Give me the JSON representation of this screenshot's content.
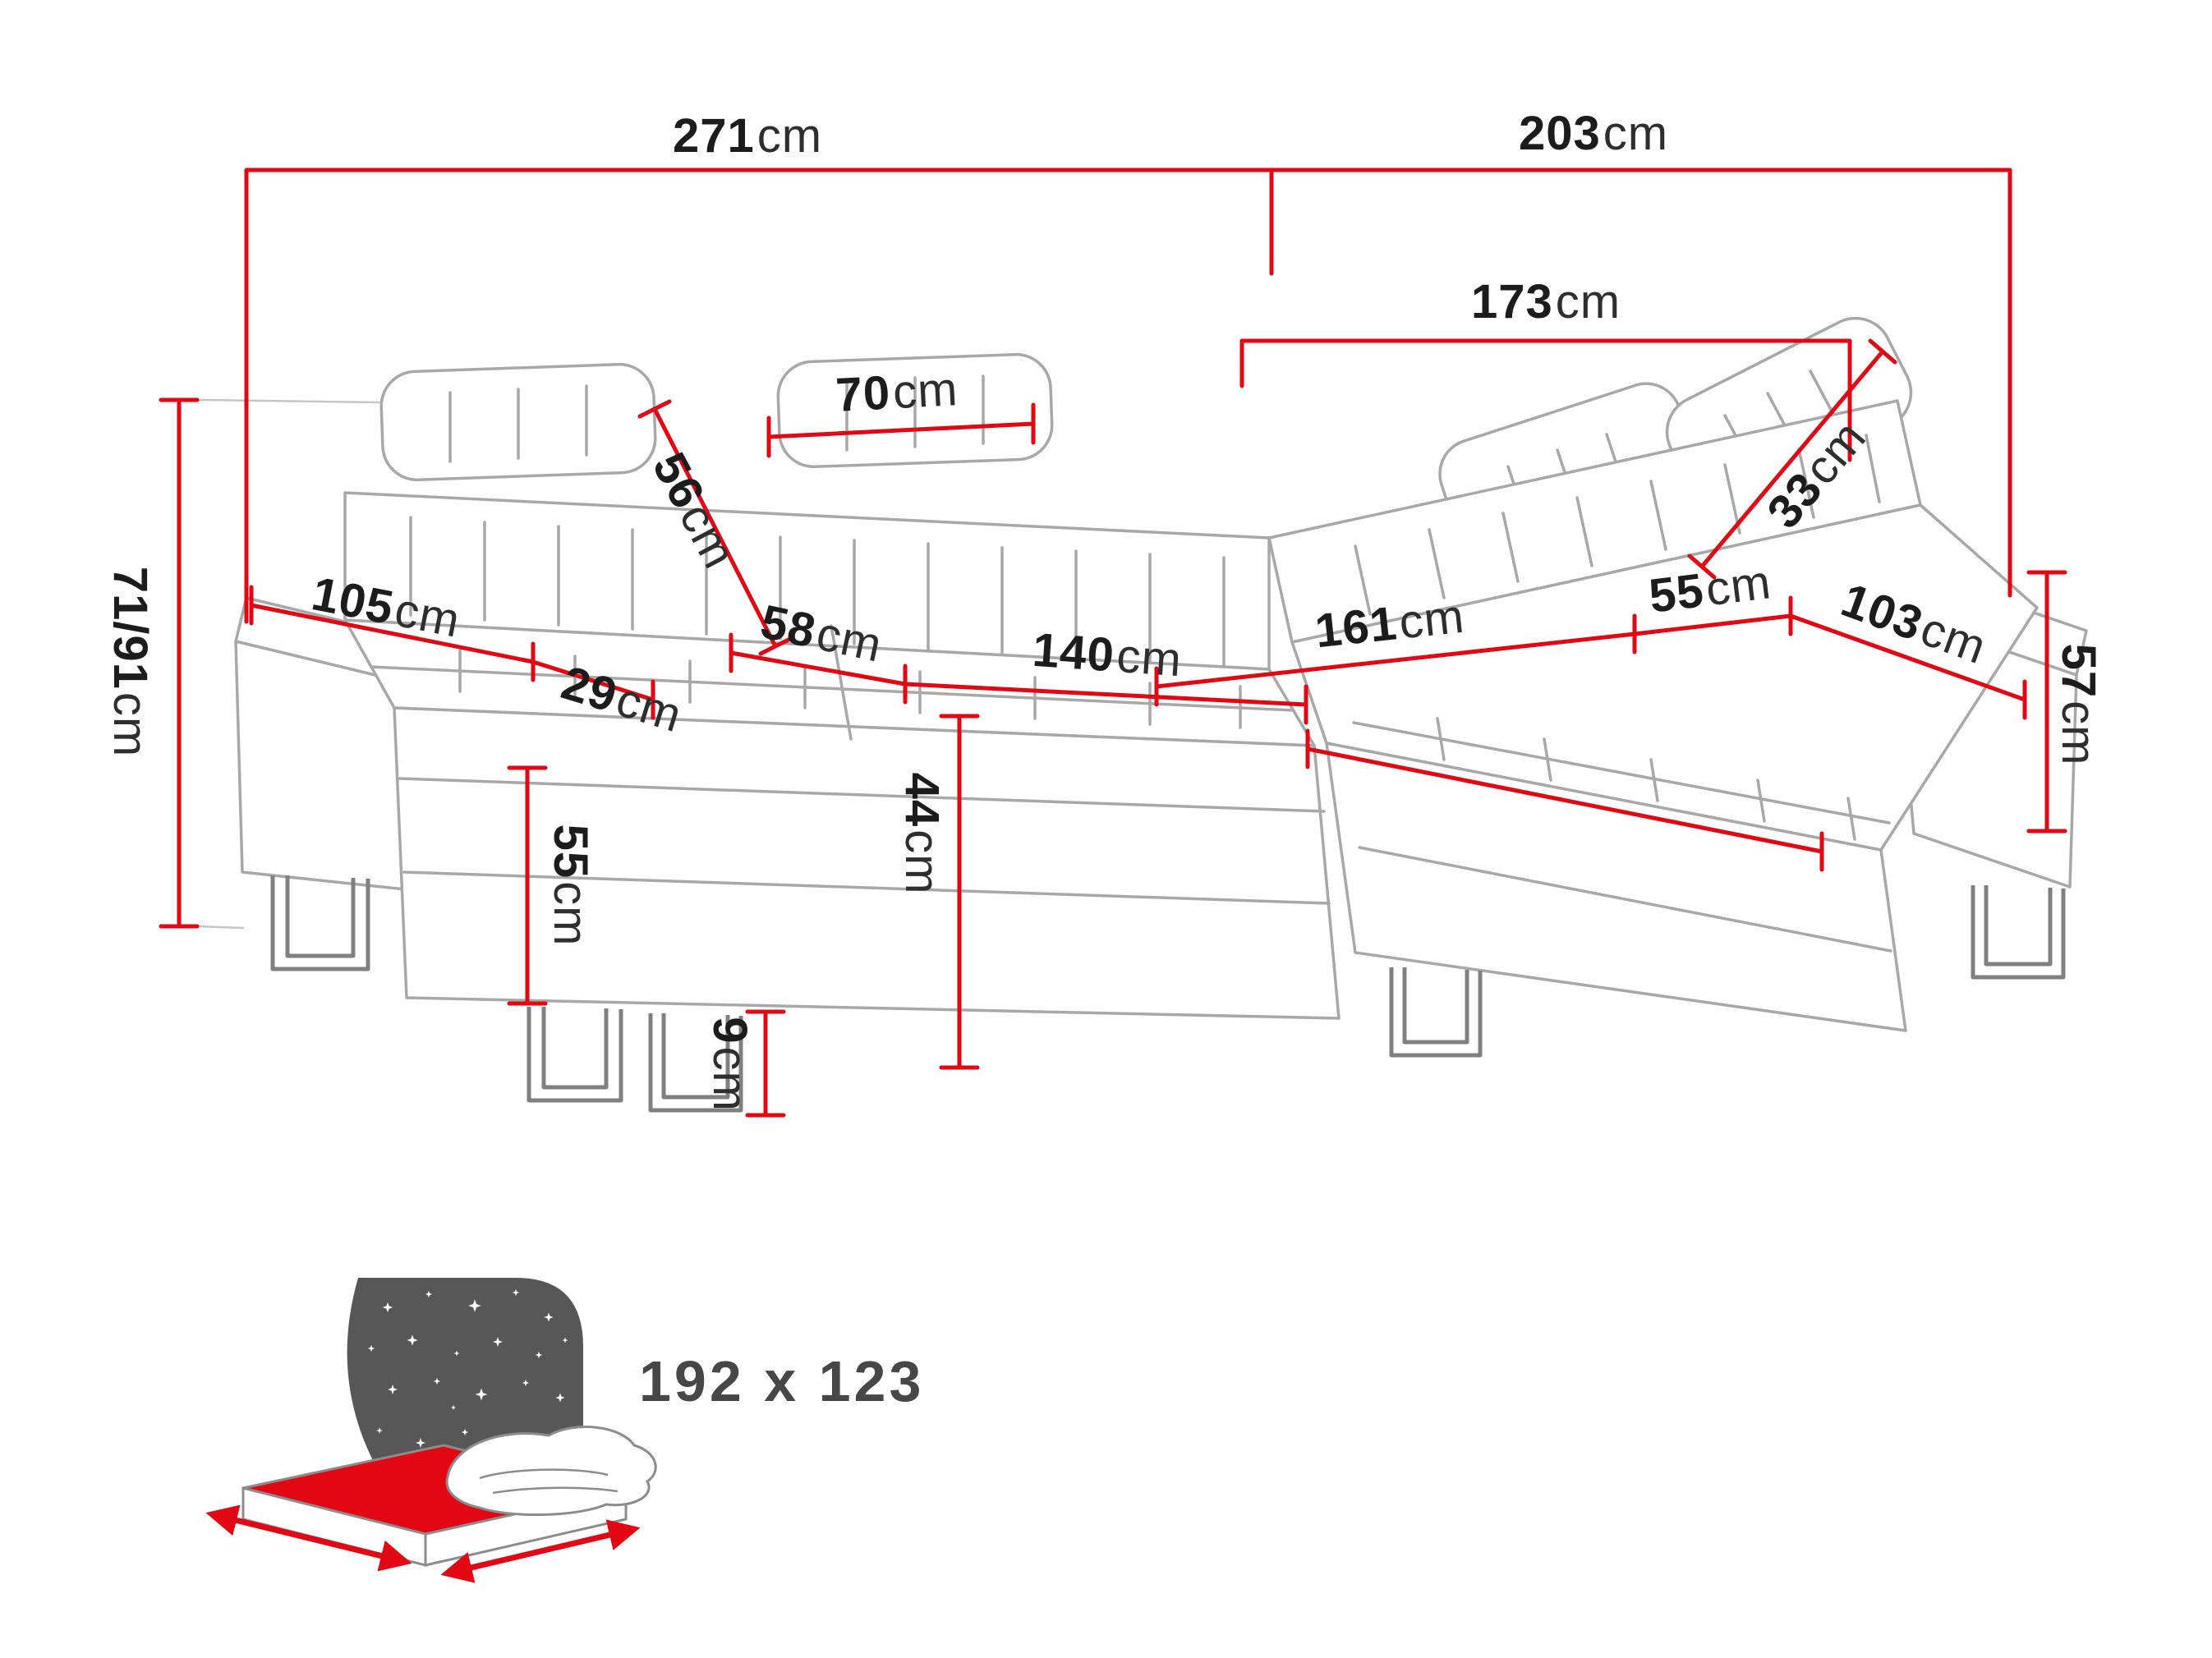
{
  "diagram": {
    "labels": {
      "total_width": {
        "value": "271",
        "unit": "cm"
      },
      "total_depth": {
        "value": "203",
        "unit": "cm"
      },
      "chaise_depth_inner": {
        "value": "173",
        "unit": "cm"
      },
      "headrest_width": {
        "value": "70",
        "unit": "cm"
      },
      "backrest_height": {
        "value": "56",
        "unit": "cm"
      },
      "seat_depth": {
        "value": "58",
        "unit": "cm"
      },
      "seat_width": {
        "value": "140",
        "unit": "cm"
      },
      "corner_seat_width": {
        "value": "161",
        "unit": "cm"
      },
      "chaise_seat_depth": {
        "value": "55",
        "unit": "cm"
      },
      "headrest_height": {
        "value": "33",
        "unit": "cm"
      },
      "chaise_width": {
        "value": "103",
        "unit": "cm"
      },
      "armrest_height_right": {
        "value": "57",
        "unit": "cm"
      },
      "armrest_length": {
        "value": "105",
        "unit": "cm"
      },
      "armrest_width": {
        "value": "29",
        "unit": "cm"
      },
      "back_height": {
        "value": "71/91",
        "unit": "cm"
      },
      "base_height": {
        "value": "55",
        "unit": "cm"
      },
      "seat_height": {
        "value": "44",
        "unit": "cm"
      },
      "leg_height": {
        "value": "9",
        "unit": "cm"
      }
    },
    "sleeping_area": {
      "value": "192 x 123"
    },
    "icons": {
      "sleeping_icon": "bed-sleeping-area-icon"
    },
    "colors": {
      "dimension_red": "#e30613",
      "outline_gray": "#a8a8a8",
      "text_dark": "#1c1c1c",
      "night_gray": "#575757"
    }
  }
}
